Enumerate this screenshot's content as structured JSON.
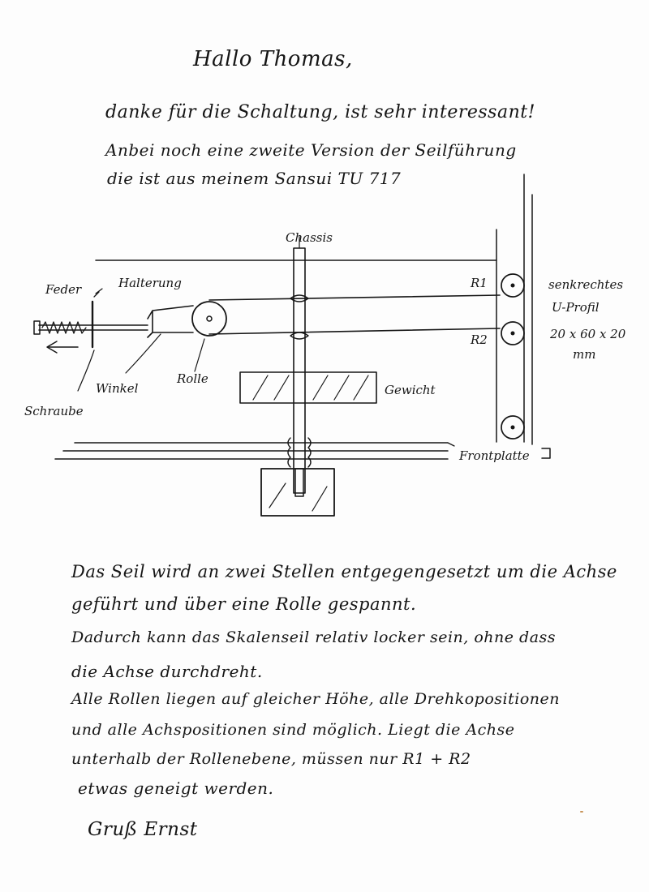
{
  "letter": {
    "salutation": "Hallo Thomas,",
    "intro_lines": [
      "danke für die Schaltung, ist sehr interessant!",
      "Anbei noch eine zweite Version der Seilführung",
      "die ist aus meinem Sansui TU 717"
    ],
    "body_lines": [
      "Das Seil wird an zwei Stellen entgegengesetzt um die Achse",
      "geführt und über eine Rolle gespannt.",
      "Dadurch kann das Skalenseil relativ locker sein, ohne dass",
      "die Achse durchdreht.",
      "Alle Rollen liegen auf gleicher Höhe, alle Drehkopositionen",
      "und alle Achspositionen sind möglich. Liegt die Achse",
      "unterhalb der Rollenebene, müssen nur R1 + R2",
      "etwas geneigt werden."
    ],
    "signature": "Gruß Ernst"
  },
  "diagram": {
    "labels": {
      "chassis": "Chassis",
      "feder": "Feder",
      "halterung": "Halterung",
      "r1": "R1",
      "r2": "R2",
      "u_profil_1": "senkrechtes",
      "u_profil_2": "U-Profil",
      "u_profil_3": "20 x 60 x 20",
      "u_profil_4": "mm",
      "winkel": "Winkel",
      "rolle": "Rolle",
      "gewicht": "Gewicht",
      "schraube": "Schraube",
      "frontplatte": "Frontplatte"
    }
  },
  "colors": {
    "ink": "#161616",
    "paper": "#fdfdfd"
  }
}
